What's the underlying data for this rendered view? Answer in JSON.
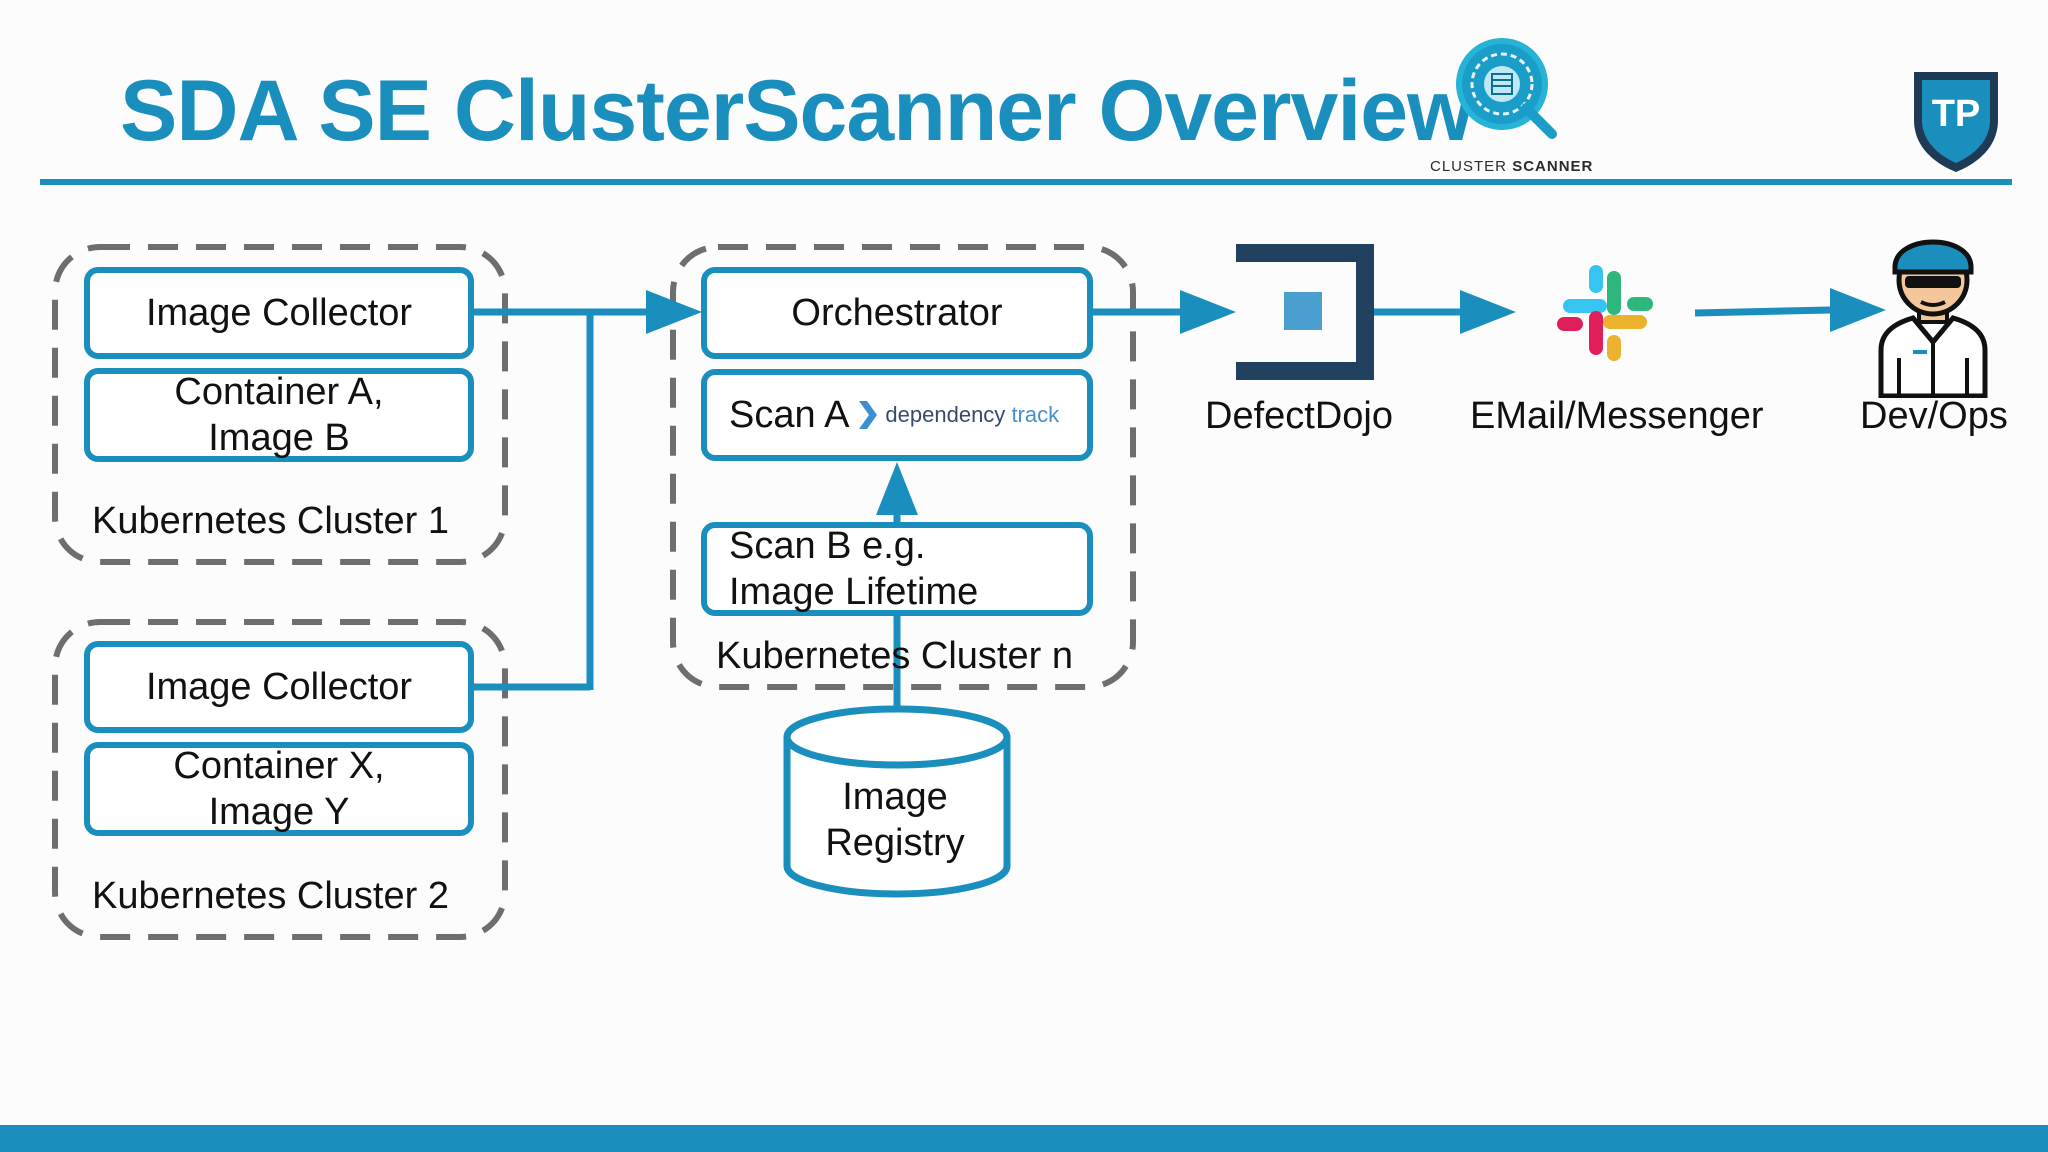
{
  "slide": {
    "title": "SDA SE ClusterScanner Overview",
    "accent_color": "#1a8fbd"
  },
  "logos": {
    "cluster_scanner_prefix": "CLUSTER",
    "cluster_scanner_suffix": "SCANNER",
    "tp_text": "TP"
  },
  "cluster1": {
    "label": "Kubernetes Cluster 1",
    "collector": "Image Collector",
    "container_line1": "Container A,",
    "container_line2": "Image B"
  },
  "cluster2": {
    "label": "Kubernetes Cluster 2",
    "collector": "Image Collector",
    "container_line1": "Container X,",
    "container_line2": "Image Y"
  },
  "cluster_n": {
    "label": "Kubernetes Cluster n",
    "orchestrator": "Orchestrator",
    "scan_a": "Scan A",
    "dependency_track_word1": "dependency",
    "dependency_track_word2": "track",
    "scan_b_line1": "Scan B e.g.",
    "scan_b_line2": "Image Lifetime"
  },
  "registry": {
    "line1": "Image",
    "line2": "Registry"
  },
  "pipeline": {
    "defectdojo": "DefectDojo",
    "messenger": "EMail/Messenger",
    "devops": "Dev/Ops"
  }
}
